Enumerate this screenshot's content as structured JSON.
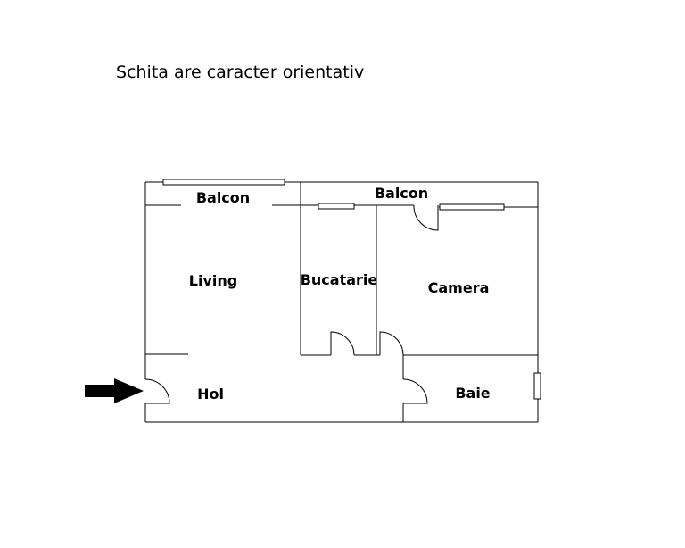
{
  "caption": "Schita are caracter orientativ",
  "rooms": {
    "balcon_left": "Balcon",
    "balcon_right": "Balcon",
    "living": "Living",
    "bucatarie": "Bucatarie",
    "camera": "Camera",
    "hol": "Hol",
    "baie": "Baie"
  },
  "entrance_arrow_icon": "arrow-right-icon"
}
